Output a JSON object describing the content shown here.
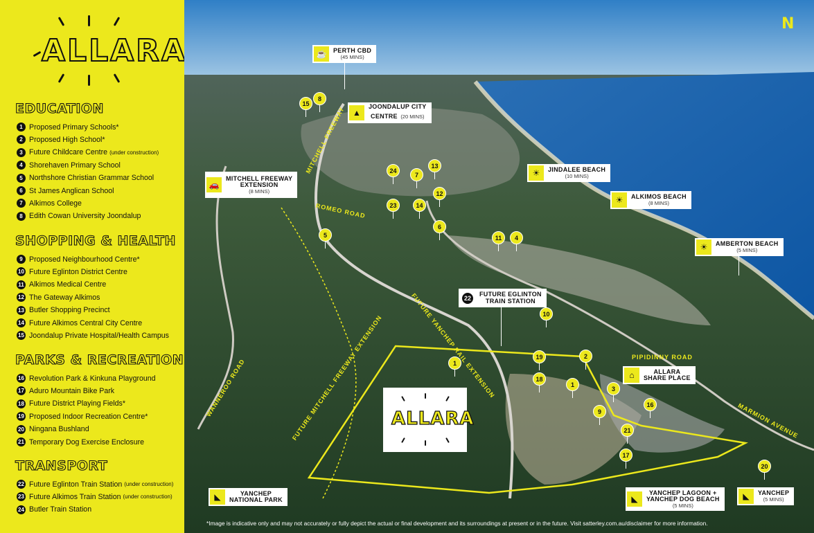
{
  "brand": {
    "name": "ALLARA"
  },
  "legend": {
    "sections": [
      {
        "title": "EDUCATION",
        "items": [
          {
            "num": "1",
            "label": "Proposed Primary Schools*",
            "note": ""
          },
          {
            "num": "2",
            "label": "Proposed High School*",
            "note": ""
          },
          {
            "num": "3",
            "label": "Future Childcare Centre",
            "note": "(under construction)"
          },
          {
            "num": "4",
            "label": "Shorehaven Primary School",
            "note": ""
          },
          {
            "num": "5",
            "label": "Northshore Christian Grammar School",
            "note": ""
          },
          {
            "num": "6",
            "label": "St James Anglican School",
            "note": ""
          },
          {
            "num": "7",
            "label": "Alkimos College",
            "note": ""
          },
          {
            "num": "8",
            "label": "Edith Cowan University Joondalup",
            "note": ""
          }
        ]
      },
      {
        "title": "SHOPPING & HEALTH",
        "items": [
          {
            "num": "9",
            "label": "Proposed Neighbourhood Centre*",
            "note": ""
          },
          {
            "num": "10",
            "label": "Future Eglinton District Centre",
            "note": ""
          },
          {
            "num": "11",
            "label": "Alkimos Medical Centre",
            "note": ""
          },
          {
            "num": "12",
            "label": "The Gateway Alkimos",
            "note": ""
          },
          {
            "num": "13",
            "label": "Butler Shopping Precinct",
            "note": ""
          },
          {
            "num": "14",
            "label": "Future Alkimos Central City Centre",
            "note": ""
          },
          {
            "num": "15",
            "label": "Joondalup Private Hospital/Health Campus",
            "note": ""
          }
        ]
      },
      {
        "title": "PARKS & RECREATION",
        "items": [
          {
            "num": "16",
            "label": "Revolution Park & Kinkuna Playground",
            "note": ""
          },
          {
            "num": "17",
            "label": "Aduro Mountain Bike Park",
            "note": ""
          },
          {
            "num": "18",
            "label": "Future District Playing Fields*",
            "note": ""
          },
          {
            "num": "19",
            "label": "Proposed Indoor Recreation Centre*",
            "note": ""
          },
          {
            "num": "20",
            "label": "Ningana Bushland",
            "note": ""
          },
          {
            "num": "21",
            "label": "Temporary Dog Exercise Enclosure",
            "note": ""
          }
        ]
      },
      {
        "title": "TRANSPORT",
        "items": [
          {
            "num": "22",
            "label": "Future Eglinton Train Station",
            "note": "(under construction)"
          },
          {
            "num": "23",
            "label": "Future Alkimos Train Station",
            "note": "(under construction)"
          },
          {
            "num": "24",
            "label": "Butler Train Station",
            "note": ""
          }
        ]
      }
    ]
  },
  "callouts": [
    {
      "icon": "cup-icon",
      "title": "PERTH CBD",
      "sub": "(45 MINS)"
    },
    {
      "icon": "building-icon",
      "title": "JOONDALUP CITY",
      "title2": "CENTRE",
      "sub": "(20 MINS)"
    },
    {
      "icon": "car-icon",
      "title": "MITCHELL FREEWAY",
      "title2": "EXTENSION",
      "sub": "(8 MINS)"
    },
    {
      "icon": "sun-icon",
      "title": "JINDALEE BEACH",
      "sub": "(10 MINS)"
    },
    {
      "icon": "sun-icon",
      "title": "ALKIMOS BEACH",
      "sub": "(8 MINS)"
    },
    {
      "icon": "sun-icon",
      "title": "AMBERTON BEACH",
      "sub": "(5 MINS)"
    },
    {
      "icon": "train-icon",
      "num": "22",
      "title": "FUTURE EGLINTON",
      "title2": "TRAIN STATION",
      "sub": ""
    },
    {
      "icon": "playground-icon",
      "title": "ALLARA",
      "title2": "SHARE PLACE",
      "sub": ""
    },
    {
      "icon": "leaf-icon",
      "title": "YANCHEP",
      "title2": "NATIONAL PARK",
      "sub": ""
    },
    {
      "icon": "leaf-icon",
      "title": "YANCHEP LAGOON +",
      "title2": "YANCHEP DOG BEACH",
      "sub": "(5 MINS)"
    },
    {
      "icon": "leaf-icon",
      "title": "YANCHEP",
      "sub": "(5 MINS)"
    }
  ],
  "road_labels": [
    "MITCHELL FREEWAY",
    "ROMEO ROAD",
    "FUTURE YANCHEP RAIL EXTENSION",
    "FUTURE MITCHELL FREEWAY EXTENSION",
    "WANNEROO ROAD",
    "PIPIDINNY ROAD",
    "MARMION AVENUE"
  ],
  "markers": [
    "15",
    "8",
    "24",
    "7",
    "13",
    "12",
    "23",
    "14",
    "6",
    "5",
    "11",
    "4",
    "10",
    "19",
    "2",
    "18",
    "1",
    "1",
    "3",
    "16",
    "9",
    "21",
    "17",
    "20"
  ],
  "north_label": "N",
  "disclaimer": "*Image is indicative only and may not accurately or fully depict the actual or final development and its surroundings at present or in the future. Visit satterley.com.au/disclaimer for more information.",
  "colors": {
    "brand_yellow": "#ece81c",
    "ocean": "#1f63a8",
    "sky": "#3e8fcf",
    "land": "#2e4a2f"
  }
}
